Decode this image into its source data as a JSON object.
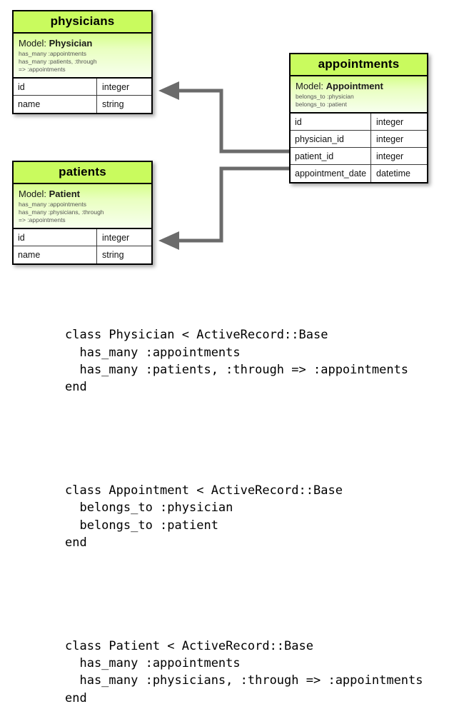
{
  "diagram": {
    "accent_header_color": "#c9fb5e",
    "connector_color": "#6b6b6b",
    "tables": [
      {
        "id": "physicians",
        "title": "physicians",
        "model_prefix": "Model: ",
        "model_name": "Physician",
        "associations": [
          "has_many :appointments",
          "has_many :patients, :through",
          "=> :appointments"
        ],
        "columns": [
          {
            "name": "id",
            "type": "integer"
          },
          {
            "name": "name",
            "type": "string"
          }
        ]
      },
      {
        "id": "patients",
        "title": "patients",
        "model_prefix": "Model: ",
        "model_name": "Patient",
        "associations": [
          "has_many :appointments",
          "has_many :physicians, :through",
          "=> :appointments"
        ],
        "columns": [
          {
            "name": "id",
            "type": "integer"
          },
          {
            "name": "name",
            "type": "string"
          }
        ]
      },
      {
        "id": "appointments",
        "title": "appointments",
        "model_prefix": "Model: ",
        "model_name": "Appointment",
        "associations": [
          "belongs_to :physician",
          "belongs_to :patient"
        ],
        "columns": [
          {
            "name": "id",
            "type": "integer"
          },
          {
            "name": "physician_id",
            "type": "integer"
          },
          {
            "name": "patient_id",
            "type": "integer"
          },
          {
            "name": "appointment_date",
            "type": "datetime"
          }
        ]
      }
    ],
    "relations": [
      {
        "from": "appointments.physician_id",
        "to": "physicians",
        "kind": "foreign-key-arrow"
      },
      {
        "from": "appointments.patient_id",
        "to": "patients",
        "kind": "foreign-key-arrow"
      }
    ]
  },
  "code": {
    "physician_class": "class Physician < ActiveRecord::Base\n  has_many :appointments\n  has_many :patients, :through => :appointments\nend",
    "appointment_class": "class Appointment < ActiveRecord::Base\n  belongs_to :physician\n  belongs_to :patient\nend",
    "patient_class": "class Patient < ActiveRecord::Base\n  has_many :appointments\n  has_many :physicians, :through => :appointments\nend"
  }
}
